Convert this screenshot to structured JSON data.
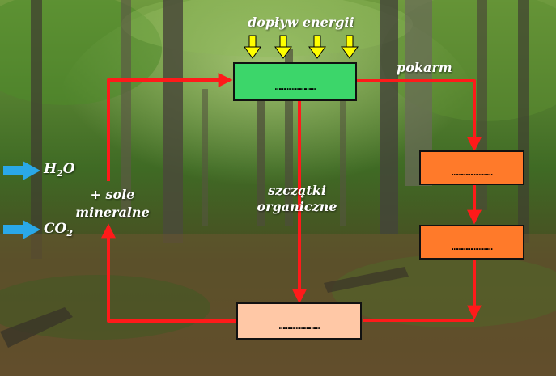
{
  "labels": {
    "energy_inflow": "dopływ energii",
    "food": "pokarm",
    "remains_line1": "szczątki",
    "remains_line2": "organiczne",
    "salts_line1": "+  sole",
    "salts_line2": "mineralne",
    "water_base": "H",
    "water_sub": "2",
    "water_tail": "O",
    "co2_base": "CO",
    "co2_sub": "2"
  },
  "boxes": {
    "producer": "……………………",
    "consumer_1": "……………………",
    "consumer_2": "……………………",
    "decomposer": "……………………"
  },
  "colors": {
    "arrow_red": "#ff1a1a",
    "energy_arrow": "#ffff00",
    "producer_fill": "#3cd66a",
    "consumer_fill": "#ff7a2a",
    "decomposer_fill": "#ffc8a6",
    "input_arrow": "#2aa8e8"
  }
}
